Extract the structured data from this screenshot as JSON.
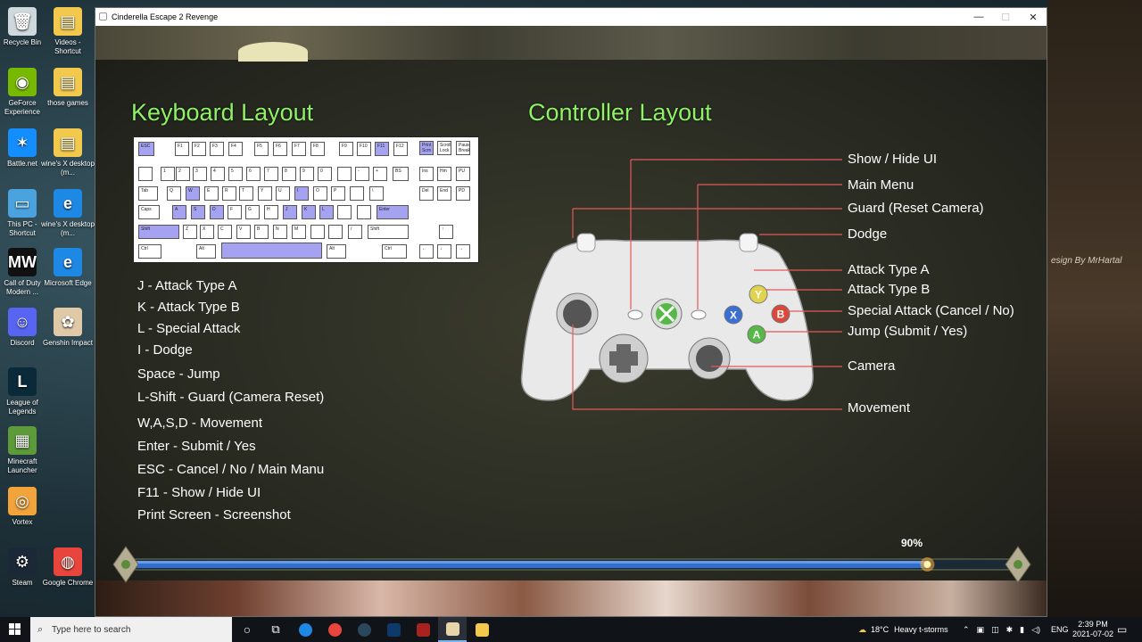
{
  "desktop": {
    "icons": [
      {
        "label": "Recycle Bin",
        "color": "#cfd8dc",
        "glyph": "🗑"
      },
      {
        "label": "Videos - Shortcut",
        "color": "#f2c94c",
        "glyph": "▤"
      },
      {
        "label": "GeForce Experience",
        "color": "#76b900",
        "glyph": "◉"
      },
      {
        "label": "those games",
        "color": "#f2c94c",
        "glyph": "▤"
      },
      {
        "label": "Battle.net",
        "color": "#148eff",
        "glyph": "✶"
      },
      {
        "label": "wine's X desktop (m...",
        "color": "#f2c94c",
        "glyph": "▤"
      },
      {
        "label": "This PC - Shortcut",
        "color": "#4aa3df",
        "glyph": "▭"
      },
      {
        "label": "wine's X desktop (m...",
        "color": "#1e88e5",
        "glyph": "e"
      },
      {
        "label": "Call of Duty Modern ...",
        "color": "#111111",
        "glyph": "MW"
      },
      {
        "label": "Microsoft Edge",
        "color": "#1e88e5",
        "glyph": "e"
      },
      {
        "label": "Discord",
        "color": "#5865f2",
        "glyph": "☺"
      },
      {
        "label": "Genshin Impact",
        "color": "#e0c9a6",
        "glyph": "✿"
      },
      {
        "label": "League of Legends",
        "color": "#0a2a3a",
        "glyph": "L"
      },
      {
        "label": "Minecraft Launcher",
        "color": "#5d9b3a",
        "glyph": "▦"
      },
      {
        "label": "Vortex",
        "color": "#f2a33a",
        "glyph": "◎"
      },
      {
        "label": "Steam",
        "color": "#1b2838",
        "glyph": "⚙"
      },
      {
        "label": "Google Chrome",
        "color": "#e8453c",
        "glyph": "◍"
      }
    ],
    "watermark": "esign By MrHartal"
  },
  "window": {
    "title": "Cinderella Escape 2 Revenge",
    "minimize": "—",
    "maximize": "☐",
    "close": "✕"
  },
  "game": {
    "keyboard_heading": "Keyboard Layout",
    "controller_heading": "Controller Layout",
    "keyboard_bindings": [
      "J - Attack Type A",
      "K - Attack Type B",
      "L - Special Attack",
      "I - Dodge",
      "Space - Jump",
      "L-Shift - Guard (Camera Reset)",
      "W,A,S,D - Movement",
      "Enter - Submit / Yes",
      "ESC - Cancel / No / Main Manu",
      "F11 - Show / Hide UI",
      "Print Screen - Screenshot"
    ],
    "controller_bindings": [
      "Show / Hide UI",
      "Main Menu",
      "Guard (Reset Camera)",
      "Dodge",
      "Attack Type A",
      "Attack Type B",
      "Special Attack (Cancel / No)",
      "Jump (Submit / Yes)",
      "Camera",
      "Movement"
    ],
    "face_buttons": {
      "y": "Y",
      "b": "B",
      "x": "X",
      "a": "A"
    },
    "keys": {
      "esc": "ESC",
      "f1": "F1",
      "f2": "F2",
      "f3": "F3",
      "f4": "F4",
      "f5": "F5",
      "f6": "F6",
      "f7": "F7",
      "f8": "F8",
      "f9": "F9",
      "f10": "F10",
      "f11": "F11",
      "f12": "F12",
      "prtsc": "Print Scrn",
      "scroll": "Scroll Lock",
      "pause": "Pause Break",
      "tab": "Tab",
      "q": "Q",
      "w": "W",
      "e": "E",
      "r": "R",
      "t": "T",
      "y": "Y",
      "u": "U",
      "i": "I",
      "o": "O",
      "p": "P",
      "caps": "Caps",
      "a": "A",
      "s": "S",
      "d": "D",
      "f": "F",
      "g": "G",
      "h": "H",
      "j": "J",
      "k": "K",
      "l": "L",
      "enter": "Enter",
      "shift": "Shift",
      "z": "Z",
      "x": "X",
      "c": "C",
      "v": "V",
      "b": "B",
      "n": "N",
      "m": "M",
      "rshift": "Shift",
      "ctrl": "Ctrl",
      "alt": "Alt",
      "ralt": "Alt",
      "rctrl": "Ctrl",
      "bs": "BS",
      "ins": "Ins",
      "home": "Hm",
      "pgup": "PU",
      "del": "Del",
      "end": "End",
      "pgdn": "PD",
      "n1": "1",
      "n2": "2",
      "n3": "3",
      "n4": "4",
      "n5": "5",
      "n6": "6",
      "n7": "7",
      "n8": "8",
      "n9": "9",
      "n0": "0",
      "minus": "-",
      "plus": "+",
      "backslash": "\\",
      "slash": "/",
      "up": "↑",
      "left": "←",
      "down": "↓",
      "right": "→"
    },
    "progress": {
      "label": "90%",
      "fraction": 0.9
    }
  },
  "taskbar": {
    "search_placeholder": "Type here to search",
    "weather_temp": "18°C",
    "weather_desc": "Heavy t-storms",
    "language": "ENG",
    "time": "2:39 PM",
    "date": "2021-07-02"
  },
  "colors": {
    "heading": "#8ff265",
    "key_highlight": "#a5a2f2",
    "callout_line": "#e05a5a",
    "progress_fill": "#2f6fd1"
  }
}
